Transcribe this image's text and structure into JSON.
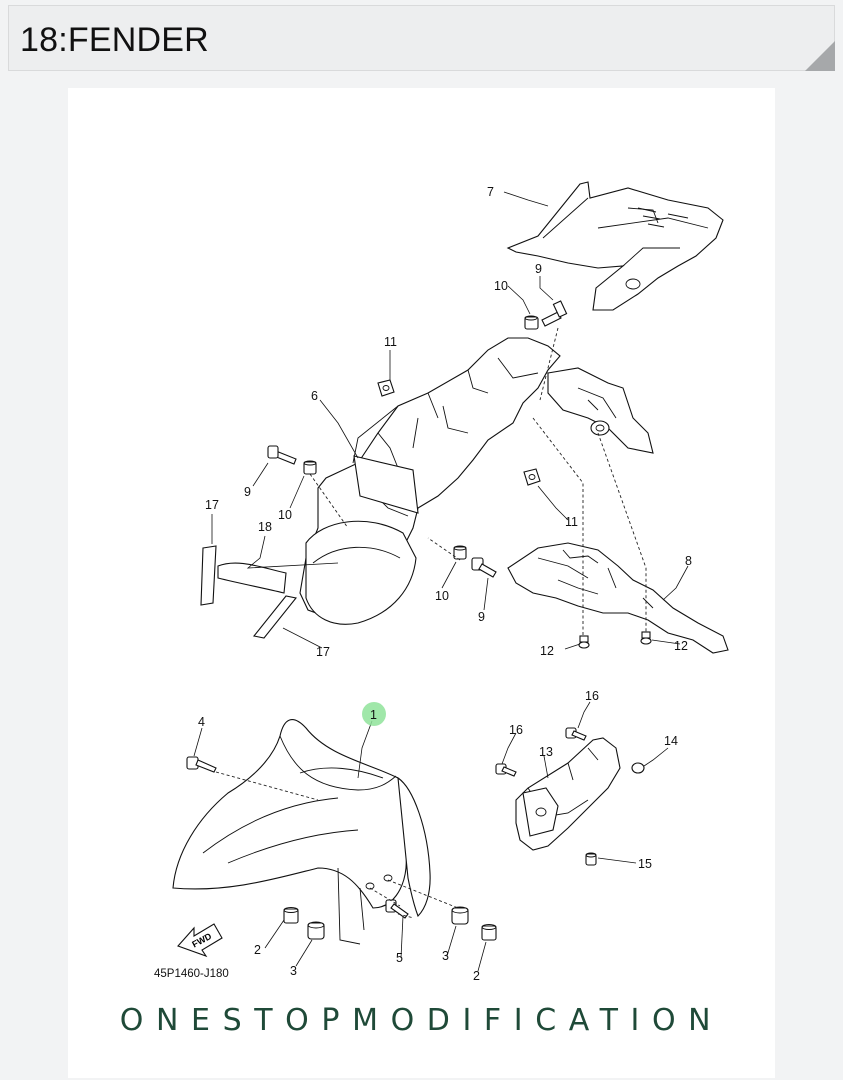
{
  "header": {
    "title": "18:FENDER"
  },
  "diagram": {
    "part_code": "45P1460-J180",
    "fwd_label": "FWD",
    "highlight": {
      "label": "1",
      "color": "#8fe39a"
    },
    "callouts": {
      "c7": "7",
      "c9a": "9",
      "c10a": "10",
      "c11a": "11",
      "c6": "6",
      "c9b": "9",
      "c10b": "10",
      "c17a": "17",
      "c18": "18",
      "c17b": "17",
      "c10c": "10",
      "c9c": "9",
      "c11b": "11",
      "c8": "8",
      "c12a": "12",
      "c12b": "12",
      "c4": "4",
      "c16a": "16",
      "c16b": "16",
      "c14": "14",
      "c13": "13",
      "c15": "15",
      "c2a": "2",
      "c3a": "3",
      "c5": "5",
      "c3b": "3",
      "c2b": "2"
    }
  },
  "watermark": {
    "text": "ONESTOPMODIFICATION",
    "color": "#1f4a38"
  }
}
